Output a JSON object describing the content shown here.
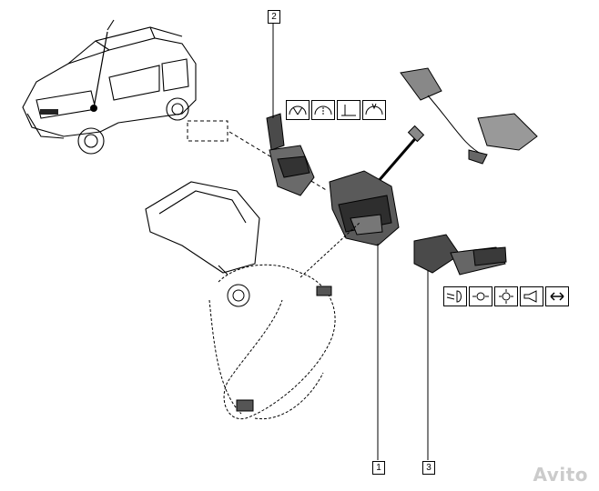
{
  "diagram": {
    "callouts": [
      {
        "id": "callout-2",
        "label": "2"
      },
      {
        "id": "callout-1",
        "label": "1"
      },
      {
        "id": "callout-3",
        "label": "3"
      }
    ],
    "wiper_icons": [
      "wiper-front-icon",
      "wiper-intermittent-icon",
      "wiper-single-icon",
      "washer-icon"
    ],
    "light_icons": [
      "low-beam-icon",
      "side-light-icon",
      "high-beam-icon",
      "horn-icon",
      "turn-signal-icon"
    ]
  },
  "watermark": {
    "brand": "Avito"
  },
  "colors": {
    "line": "#000000",
    "part_fill": "#4a4a4a",
    "part_light": "#9a9a9a",
    "watermark": "#a0a0a0"
  }
}
